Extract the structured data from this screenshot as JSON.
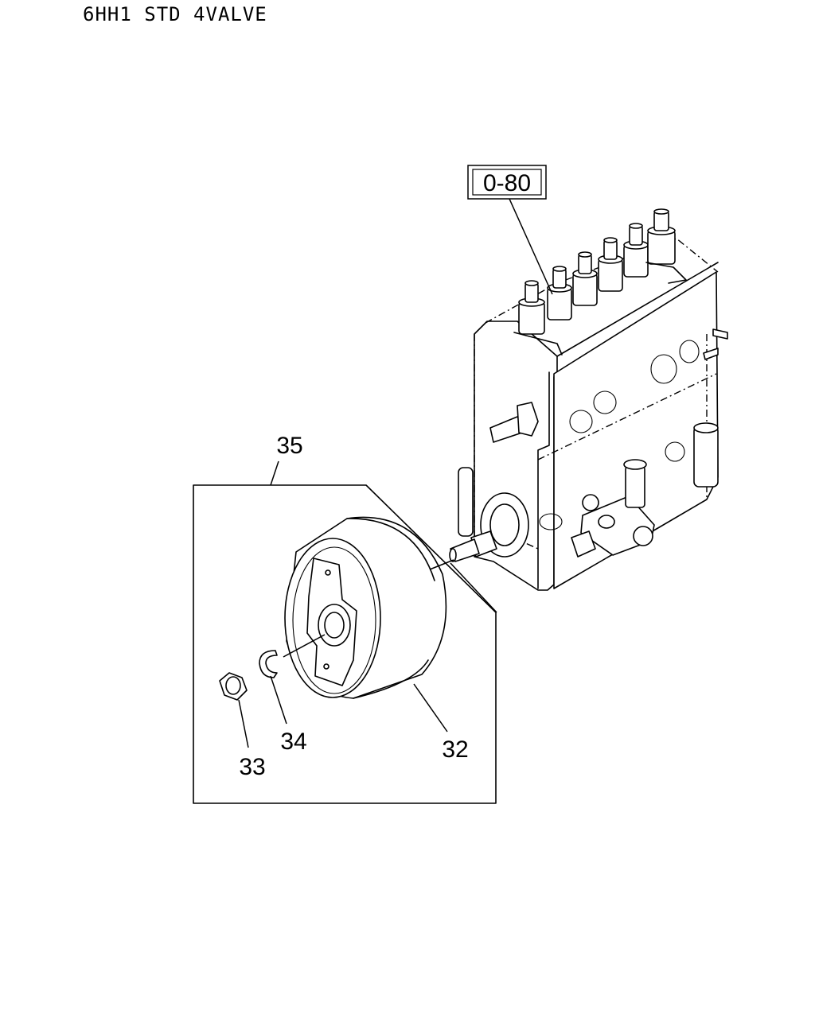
{
  "header": {
    "title": "6HH1 STD 4VALVE"
  },
  "reference": {
    "label": "0-80"
  },
  "callouts": {
    "kit": "35",
    "coupling": "32",
    "nut": "33",
    "washer": "34"
  }
}
